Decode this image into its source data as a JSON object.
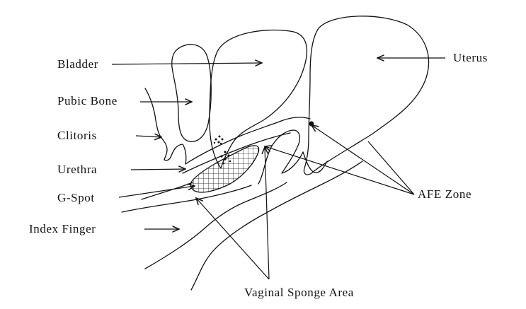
{
  "labels": {
    "bladder": "Bladder",
    "pubic_bone": "Pubic Bone",
    "clitoris": "Clitoris",
    "urethra": "Urethra",
    "g_spot": "G-Spot",
    "index_finger": "Index Finger",
    "uterus": "Uterus",
    "afe_zone": "AFE Zone",
    "vaginal_sponge_area": "Vaginal Sponge Area"
  },
  "colors": {
    "ink": "#111111",
    "background": "#ffffff"
  }
}
